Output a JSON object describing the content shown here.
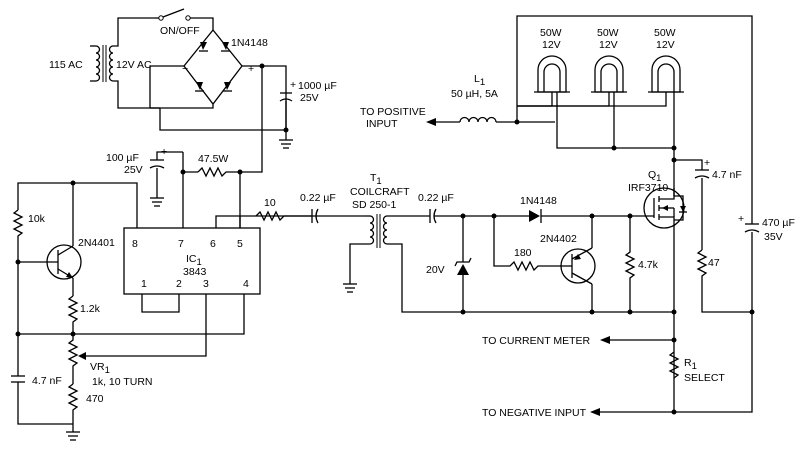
{
  "labels": {
    "ac_115": "115 AC",
    "ac_12": "12V AC",
    "onoff": "ON/OFF",
    "bridge_diode": "1N4148",
    "bridge_minus": "−",
    "bridge_plus": "+",
    "cap_big_plus": "+",
    "cap_big_value": "1000 µF",
    "cap_big_voltage": "25V",
    "to_positive_1": "TO POSITIVE",
    "to_positive_2": "INPUT",
    "inductor_name": "L",
    "inductor_sub": "1",
    "inductor_value": "50 µH, 5A",
    "lamp1_w": "50W",
    "lamp1_v": "12V",
    "lamp2_w": "50W",
    "lamp2_v": "12V",
    "lamp3_w": "50W",
    "lamp3_v": "12V",
    "cap100_value": "100 µF",
    "cap100_voltage": "25V",
    "cap100_plus": "+",
    "res_47_5": "47.5W",
    "res_10k": "10k",
    "tr1_name": "2N4401",
    "res_1_2k": "1.2k",
    "ic_pin8": "8",
    "ic_pin7": "7",
    "ic_pin6": "6",
    "ic_pin5": "5",
    "ic_name": "IC",
    "ic_sub": "1",
    "ic_part": "3843",
    "ic_pin1": "1",
    "ic_pin2": "2",
    "ic_pin3": "3",
    "ic_pin4": "4",
    "res_10": "10",
    "cap_022a": "0.22 µF",
    "t1_name": "T",
    "t1_sub": "1",
    "t1_make": "COILCRAFT",
    "t1_part": "SD 250-1",
    "cap_022b": "0.22 µF",
    "diode_1n4148": "1N4148",
    "tr2_name": "2N4402",
    "zener": "20V",
    "res_180": "180",
    "res_4_7k": "4.7k",
    "q1_name": "Q",
    "q1_sub": "1",
    "q1_part": "IRF3710",
    "cap_4_7nf_right": "4.7 nF",
    "cap_4_7nf_plus": "+",
    "res_47": "47",
    "cap_470_plus": "+",
    "cap_470_value": "470 µF",
    "cap_470_voltage": "35V",
    "to_current_meter": "TO CURRENT METER",
    "r1_name": "R",
    "r1_sub": "1",
    "r1_select": "SELECT",
    "to_negative": "TO NEGATIVE INPUT",
    "cap_4_7nf_left": "4.7 nF",
    "vr1_name": "VR",
    "vr1_sub": "1",
    "vr1_value": "1k, 10 TURN",
    "res_470": "470"
  }
}
